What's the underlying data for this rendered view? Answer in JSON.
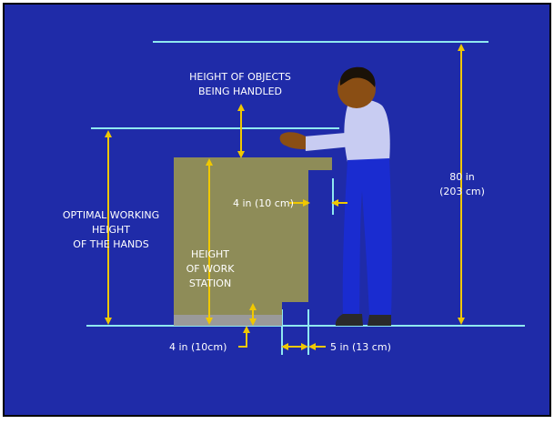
{
  "labels": {
    "objects_line1": "HEIGHT OF OBJECTS",
    "objects_line2": "BEING HANDLED",
    "optimal_line1": "OPTIMAL WORKING",
    "optimal_line2": "HEIGHT",
    "optimal_line3": "OF THE HANDS",
    "station_line1": "HEIGHT",
    "station_line2": "OF WORK",
    "station_line3": "STATION",
    "clearance_top": "4 in (10 cm)",
    "clearance_bottom": "4 in (10cm)",
    "toe_depth": "5 in (13 cm)",
    "total_line1": "80 in",
    "total_line2": "(203 cm)"
  },
  "colors": {
    "background": "#1f2ba8",
    "frame": "#000000",
    "guide_line": "#8fe8f0",
    "arrow": "#f0c800",
    "workstation": "#8e8c58",
    "floor_base": "#9a9a9a",
    "shirt": "#c8ccf2",
    "pants": "#1a2cd0",
    "skin": "#8a4e14",
    "hair": "#1a1208",
    "shoe": "#2a2a2a"
  }
}
